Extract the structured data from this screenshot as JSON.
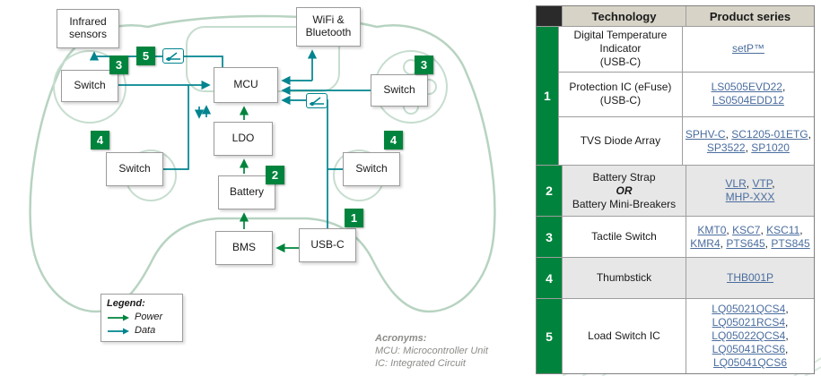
{
  "colors": {
    "brand_green": "#00843D",
    "data_teal": "#00848F",
    "link_blue": "#4a6d9e"
  },
  "diagram": {
    "blocks": [
      {
        "id": "infrared",
        "label": "Infrared sensors"
      },
      {
        "id": "wifi",
        "label": "WiFi & Bluetooth"
      },
      {
        "id": "mcu",
        "label": "MCU"
      },
      {
        "id": "switch_top_left",
        "label": "Switch"
      },
      {
        "id": "switch_top_right",
        "label": "Switch"
      },
      {
        "id": "ldo",
        "label": "LDO"
      },
      {
        "id": "switch_mid_left",
        "label": "Switch"
      },
      {
        "id": "switch_mid_right",
        "label": "Switch"
      },
      {
        "id": "battery",
        "label": "Battery"
      },
      {
        "id": "bms",
        "label": "BMS"
      },
      {
        "id": "usbc",
        "label": "USB-C"
      }
    ],
    "badges": [
      {
        "value": "5"
      },
      {
        "value": "3"
      },
      {
        "value": "3"
      },
      {
        "value": "4"
      },
      {
        "value": "4"
      },
      {
        "value": "2"
      },
      {
        "value": "1"
      }
    ],
    "legend": {
      "title": "Legend:",
      "items": [
        {
          "label": "Power",
          "color": "#00843D"
        },
        {
          "label": "Data",
          "color": "#00848F"
        }
      ]
    },
    "acronyms": {
      "title": "Acronyms:",
      "lines": [
        "MCU: Microcontroller Unit",
        "IC: Integrated Circuit"
      ]
    }
  },
  "table": {
    "headers": [
      "Technology",
      "Product series"
    ],
    "groups": [
      {
        "num": "1",
        "rows": [
          {
            "tech": "Digital Temperature\nIndicator\n(USB-C)",
            "product_lines": [
              [
                "setP™"
              ]
            ]
          },
          {
            "tech": "Protection IC (eFuse)\n(USB-C)",
            "product_lines": [
              [
                "LS0505EVD22"
              ],
              [
                "LS0504EDD12"
              ]
            ]
          },
          {
            "tech": "TVS Diode Array",
            "product_lines": [
              [
                "SPHV-C",
                "SC1205-01ETG"
              ],
              [
                "SP3522",
                "SP1020"
              ]
            ]
          }
        ]
      },
      {
        "num": "2",
        "rows": [
          {
            "tech_lines": [
              "Battery Strap",
              "OR",
              "Battery Mini-Breakers"
            ],
            "product_lines": [
              [
                "VLR",
                "VTP"
              ],
              [
                "MHP-XXX"
              ]
            ]
          }
        ]
      },
      {
        "num": "3",
        "rows": [
          {
            "tech": "Tactile Switch",
            "product_lines": [
              [
                "KMT0",
                "KSC7",
                "KSC11"
              ],
              [
                "KMR4",
                "PTS645",
                "PTS845"
              ]
            ]
          }
        ]
      },
      {
        "num": "4",
        "rows": [
          {
            "tech": "Thumbstick",
            "product_lines": [
              [
                "THB001P"
              ]
            ]
          }
        ]
      },
      {
        "num": "5",
        "rows": [
          {
            "tech": "Load Switch IC",
            "product_lines": [
              [
                "LQ05021QCS4"
              ],
              [
                "LQ05021RCS4"
              ],
              [
                "LQ05022QCS4"
              ],
              [
                "LQ05041RCS6"
              ],
              [
                "LQ05041QCS6"
              ]
            ]
          }
        ]
      }
    ]
  }
}
